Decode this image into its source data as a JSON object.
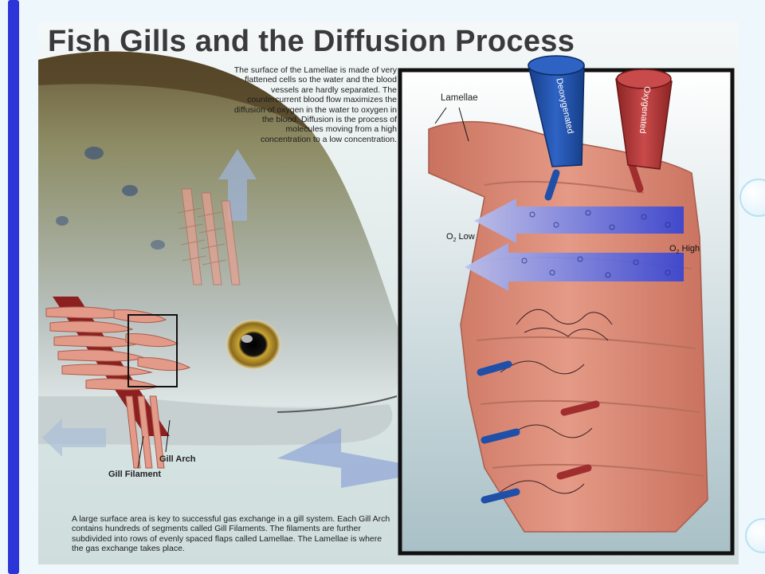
{
  "title": "Fish Gills and the Diffusion Process",
  "captions": {
    "top": "The surface of the Lamellae is made of very flattened cells so the water and the blood vessels are hardly separated.  The countercurrent blood flow maximizes the diffusion of oxygen in the water to oxygen in the blood. Diffusion is the process of molecules moving from a high concentration to a low concentration.",
    "bottom": "A large surface area is key to successful gas exchange in a gill system. Each Gill Arch contains hundreds of segments called Gill Filaments.  The filaments are further subdivided into rows of evenly spaced flaps called Lamellae.  The Lamellae is where the gas exchange takes place."
  },
  "labels": {
    "lamellae": "Lamellae",
    "gill_arch": "Gill Arch",
    "gill_filament": "Gill Filament",
    "deoxygenated": "Deoxygenated",
    "oxygenated": "Oxygenated",
    "o2_low_prefix": "O",
    "o2_low_sub": "2",
    "o2_low_suffix": " Low",
    "o2_high_prefix": "O",
    "o2_high_sub": "2",
    "o2_high_suffix": " High"
  },
  "colors": {
    "slide_bar": "#2b35d8",
    "tissue": "#d98a78",
    "deoxygenated_vessel": "#1f4fa8",
    "oxygenated_vessel": "#b23a3a",
    "diffusion_arrow": "#4b5ee0"
  }
}
